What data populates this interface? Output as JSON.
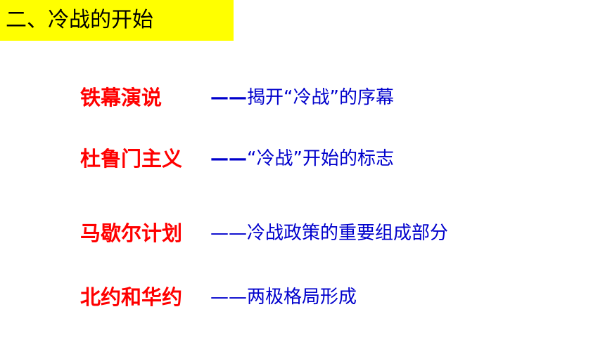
{
  "slide": {
    "title": "二、冷战的开始",
    "colors": {
      "title_background": "#ffff00",
      "term": "#ff0000",
      "description": "#0000cc"
    },
    "items": [
      {
        "term": "铁幕演说",
        "dash": "——",
        "description": "揭开“冷战”的序幕"
      },
      {
        "term": "杜鲁门主义",
        "dash": "——",
        "description": "“冷战”开始的标志"
      },
      {
        "term": "马歇尔计划",
        "dash": "——",
        "description": "冷战政策的重要组成部分"
      },
      {
        "term": "北约和华约",
        "dash": "——",
        "description": "两极格局形成"
      }
    ]
  }
}
